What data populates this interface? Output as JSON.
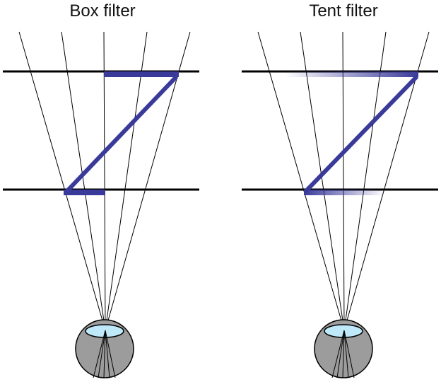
{
  "panels": {
    "left": {
      "title": "Box filter",
      "filter": "box"
    },
    "right": {
      "title": "Tent filter",
      "filter": "tent"
    }
  },
  "colors": {
    "filter_blue": "#3a3a9a",
    "plane_line": "#000000",
    "eye_body": "#9c9c9c",
    "lens": "#bfe8f8"
  }
}
